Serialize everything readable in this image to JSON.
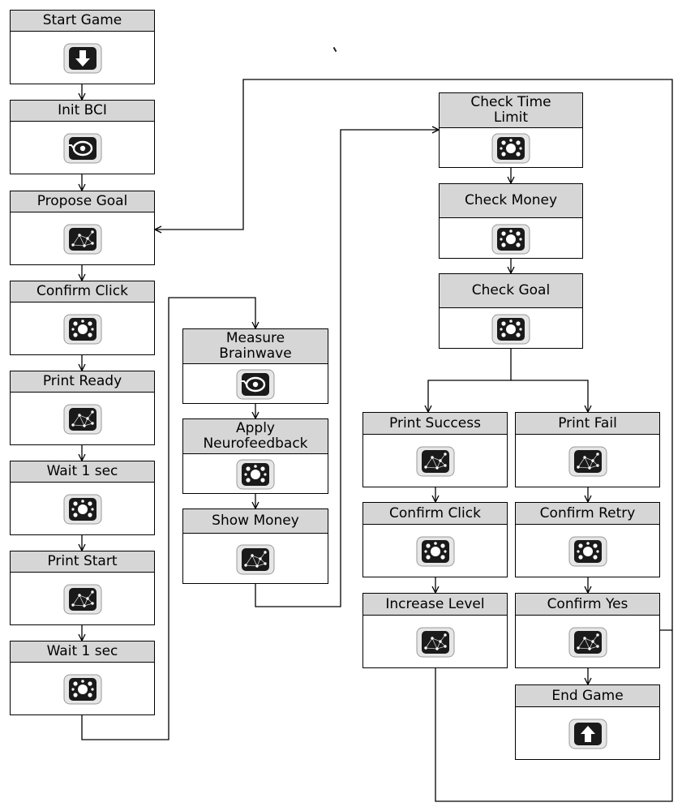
{
  "diagram": {
    "blocks": [
      {
        "id": "start_game",
        "label": "Start Game",
        "icon": "arrow-down-icon"
      },
      {
        "id": "init_bci",
        "label": "Init BCI",
        "icon": "brainwave-icon"
      },
      {
        "id": "propose_goal",
        "label": "Propose Goal",
        "icon": "network-graph-icon"
      },
      {
        "id": "confirm_click_1",
        "label": "Confirm Click",
        "icon": "cluster-icon"
      },
      {
        "id": "print_ready",
        "label": "Print Ready",
        "icon": "network-graph-icon"
      },
      {
        "id": "wait_1sec_a",
        "label": "Wait 1 sec",
        "icon": "cluster-icon"
      },
      {
        "id": "print_start",
        "label": "Print Start",
        "icon": "network-graph-icon"
      },
      {
        "id": "wait_1sec_b",
        "label": "Wait 1 sec",
        "icon": "cluster-icon"
      },
      {
        "id": "measure_brainwave",
        "label": "Measure\nBrainwave",
        "icon": "brainwave-icon"
      },
      {
        "id": "apply_neurofeedback",
        "label": "Apply\nNeurofeedback",
        "icon": "cluster-icon"
      },
      {
        "id": "show_money",
        "label": "Show Money",
        "icon": "network-graph-icon"
      },
      {
        "id": "check_time_limit",
        "label": "Check Time\nLimit",
        "icon": "cluster-icon"
      },
      {
        "id": "check_money",
        "label": "Check Money",
        "icon": "cluster-icon"
      },
      {
        "id": "check_goal",
        "label": "Check Goal",
        "icon": "cluster-icon"
      },
      {
        "id": "print_success",
        "label": "Print Success",
        "icon": "network-graph-icon"
      },
      {
        "id": "print_fail",
        "label": "Print Fail",
        "icon": "network-graph-icon"
      },
      {
        "id": "confirm_click_2",
        "label": "Confirm Click",
        "icon": "cluster-icon"
      },
      {
        "id": "confirm_retry",
        "label": "Confirm Retry",
        "icon": "cluster-icon"
      },
      {
        "id": "increase_level",
        "label": "Increase Level",
        "icon": "network-graph-icon"
      },
      {
        "id": "confirm_yes",
        "label": "Confirm Yes",
        "icon": "network-graph-icon"
      },
      {
        "id": "end_game",
        "label": "End Game",
        "icon": "arrow-up-icon"
      }
    ],
    "connectors": [
      {
        "from": "start_game",
        "to": "init_bci"
      },
      {
        "from": "init_bci",
        "to": "propose_goal"
      },
      {
        "from": "propose_goal",
        "to": "confirm_click_1"
      },
      {
        "from": "confirm_click_1",
        "to": "print_ready"
      },
      {
        "from": "print_ready",
        "to": "wait_1sec_a"
      },
      {
        "from": "wait_1sec_a",
        "to": "print_start"
      },
      {
        "from": "print_start",
        "to": "wait_1sec_b"
      },
      {
        "from": "wait_1sec_b",
        "to": "measure_brainwave"
      },
      {
        "from": "measure_brainwave",
        "to": "apply_neurofeedback"
      },
      {
        "from": "apply_neurofeedback",
        "to": "show_money"
      },
      {
        "from": "show_money",
        "to": "check_time_limit"
      },
      {
        "from": "check_time_limit",
        "to": "check_money"
      },
      {
        "from": "check_money",
        "to": "check_goal"
      },
      {
        "from": "check_goal",
        "to": "print_success"
      },
      {
        "from": "check_goal",
        "to": "print_fail"
      },
      {
        "from": "print_success",
        "to": "confirm_click_2"
      },
      {
        "from": "confirm_click_2",
        "to": "increase_level"
      },
      {
        "from": "print_fail",
        "to": "confirm_retry"
      },
      {
        "from": "confirm_retry",
        "to": "confirm_yes"
      },
      {
        "from": "confirm_yes",
        "to": "end_game"
      },
      {
        "from": "confirm_yes",
        "to": "propose_goal"
      },
      {
        "from": "increase_level",
        "to": "check_time_limit"
      }
    ],
    "colors": {
      "header_fill": "#d6d6d6",
      "line": "#000000",
      "icon_dark": "#1a1a1a"
    }
  }
}
